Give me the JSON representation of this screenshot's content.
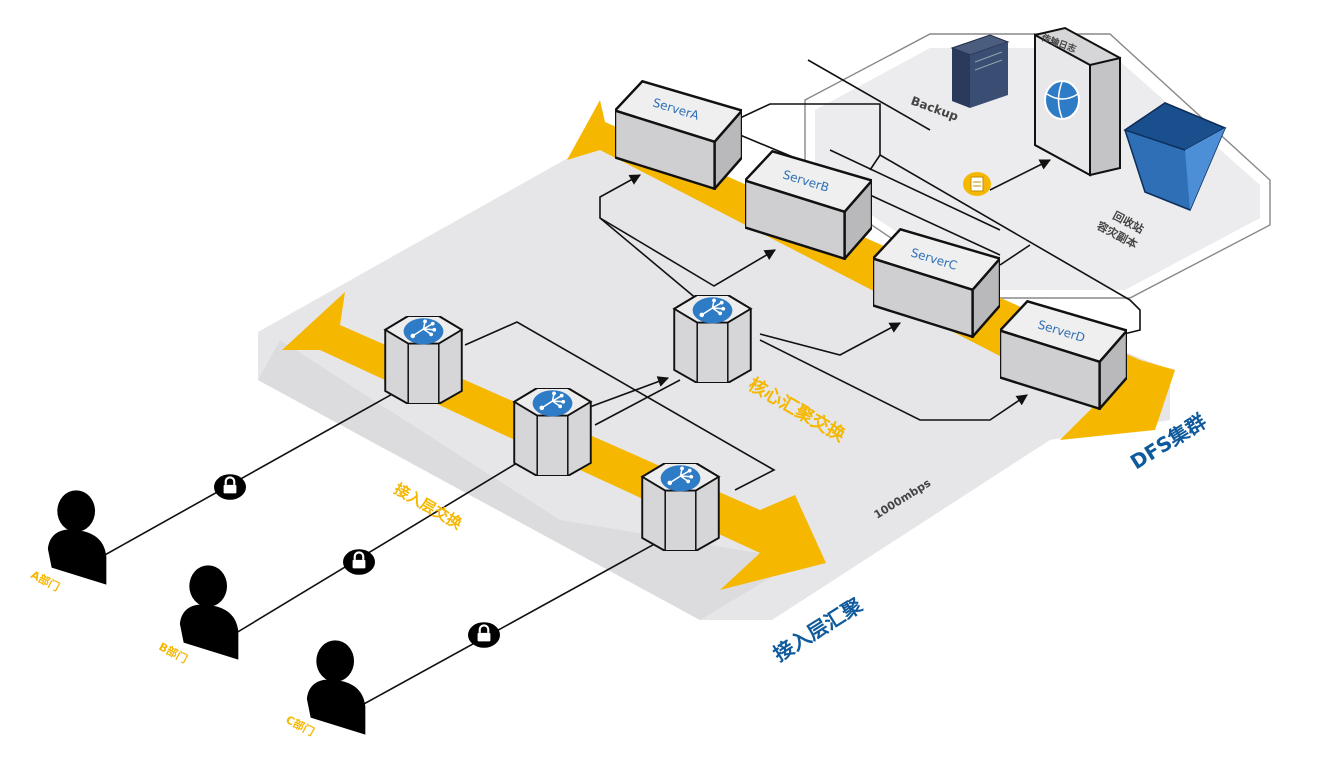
{
  "zones": {
    "access_switch_label": "接入层交换",
    "core_switch_label": "核心汇聚交换",
    "access_aggregation_label": "接入层汇聚",
    "cluster_label": "DFS集群",
    "bandwidth_label": "1000mbps"
  },
  "departments": [
    {
      "label": "A部门"
    },
    {
      "label": "B部门"
    },
    {
      "label": "C部门"
    }
  ],
  "servers": [
    {
      "label": "ServerA"
    },
    {
      "label": "ServerB"
    },
    {
      "label": "ServerC"
    },
    {
      "label": "ServerD"
    }
  ],
  "backup_zone": {
    "backup_label": "Backup",
    "log_label": "传输日志",
    "recycle_label_line1": "回收站",
    "recycle_label_line2": "容灾副本"
  },
  "colors": {
    "accent_yellow": "#f5b700",
    "label_blue": "#0f5a9c",
    "switch_badge": "#2e7bc6",
    "platform_gray": "#e6e6e8"
  },
  "icons": {
    "switch": "network-switch-icon",
    "person": "user-silhouette-icon",
    "lock": "lock-icon",
    "server": "server-rack-icon",
    "bucket": "storage-bucket-icon",
    "log": "document-icon"
  }
}
